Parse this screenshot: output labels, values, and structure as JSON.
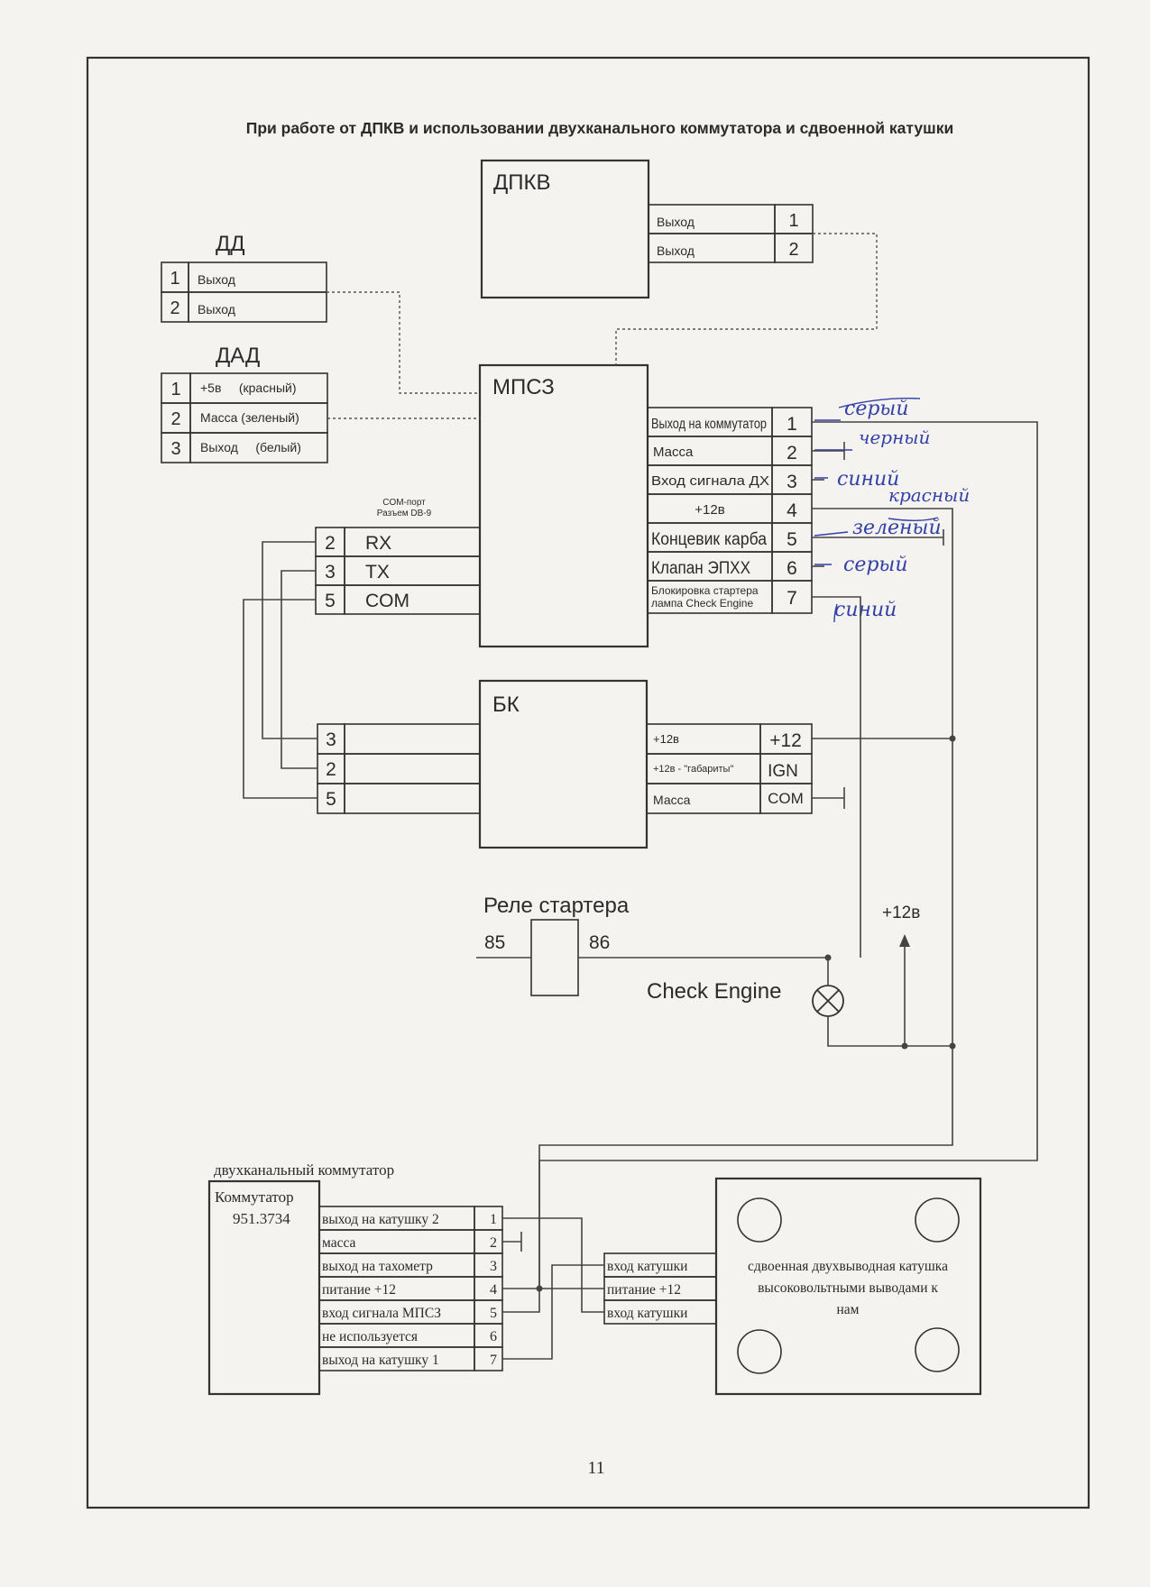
{
  "title": "При работе от ДПКВ и использовании двухканального коммутатора и сдвоенной катушки",
  "dpkv": {
    "label": "ДПКВ",
    "pins": [
      {
        "name": "Выход",
        "num": "1"
      },
      {
        "name": "Выход",
        "num": "2"
      }
    ]
  },
  "dd": {
    "label": "ДД",
    "pins": [
      {
        "num": "1",
        "name": "Выход"
      },
      {
        "num": "2",
        "name": "Выход"
      }
    ]
  },
  "dad": {
    "label": "ДАД",
    "pins": [
      {
        "num": "1",
        "name": "+5в     (красный)"
      },
      {
        "num": "2",
        "name": "Масса (зеленый)"
      },
      {
        "num": "3",
        "name": "Выход     (белый)"
      }
    ]
  },
  "mpsz": {
    "label": "МПСЗ",
    "pins": [
      {
        "name": "Выход на коммутатор",
        "num": "1"
      },
      {
        "name": "Масса",
        "num": "2"
      },
      {
        "name": "Вход сигнала ДХ",
        "num": "3"
      },
      {
        "name": "+12в",
        "num": "4"
      },
      {
        "name": "Концевик карба",
        "num": "5"
      },
      {
        "name": "Клапан ЭПХХ",
        "num": "6"
      },
      {
        "name": "Блокировка стартера лампа Check Engine",
        "num": "7"
      }
    ],
    "com_caption_1": "COM-порт",
    "com_caption_2": "Разъем DB-9",
    "com_pins": [
      {
        "num": "2",
        "name": "RX"
      },
      {
        "num": "3",
        "name": "TX"
      },
      {
        "num": "5",
        "name": "COM"
      }
    ]
  },
  "handwritten": {
    "n1": "серый",
    "n2": "черный",
    "n3": "синий",
    "n4": "красный",
    "n5": "зеленый",
    "n6": "серый",
    "n7": "синий"
  },
  "bk": {
    "label": "БК",
    "left_pins": [
      "3",
      "2",
      "5"
    ],
    "pins": [
      {
        "name": "+12в",
        "code": "+12"
      },
      {
        "name": "+12в - \"габариты\"",
        "code": "IGN"
      },
      {
        "name": "Масса",
        "code": "COM"
      }
    ]
  },
  "relay": {
    "label": "Реле стартера",
    "pin_a": "85",
    "pin_b": "86"
  },
  "plus12_label": "+12в",
  "check_engine_label": "Check Engine",
  "commutator": {
    "caption": "двухканальный коммутатор",
    "name_1": "Коммутатор",
    "name_2": "951.3734",
    "pins": [
      {
        "name": "выход на катушку 2",
        "num": "1"
      },
      {
        "name": "масса",
        "num": "2"
      },
      {
        "name": "выход на тахометр",
        "num": "3"
      },
      {
        "name": "питание +12",
        "num": "4"
      },
      {
        "name": "вход сигнала МПСЗ",
        "num": "5"
      },
      {
        "name": "не используется",
        "num": "6"
      },
      {
        "name": "выход на катушку 1",
        "num": "7"
      }
    ]
  },
  "coil": {
    "pins": [
      "вход катушки",
      "питание +12",
      "вход катушки"
    ],
    "desc_1": "сдвоенная двухвыводная катушка",
    "desc_2": "высоковольтными выводами к",
    "desc_3": "нам"
  },
  "page_number": "11"
}
